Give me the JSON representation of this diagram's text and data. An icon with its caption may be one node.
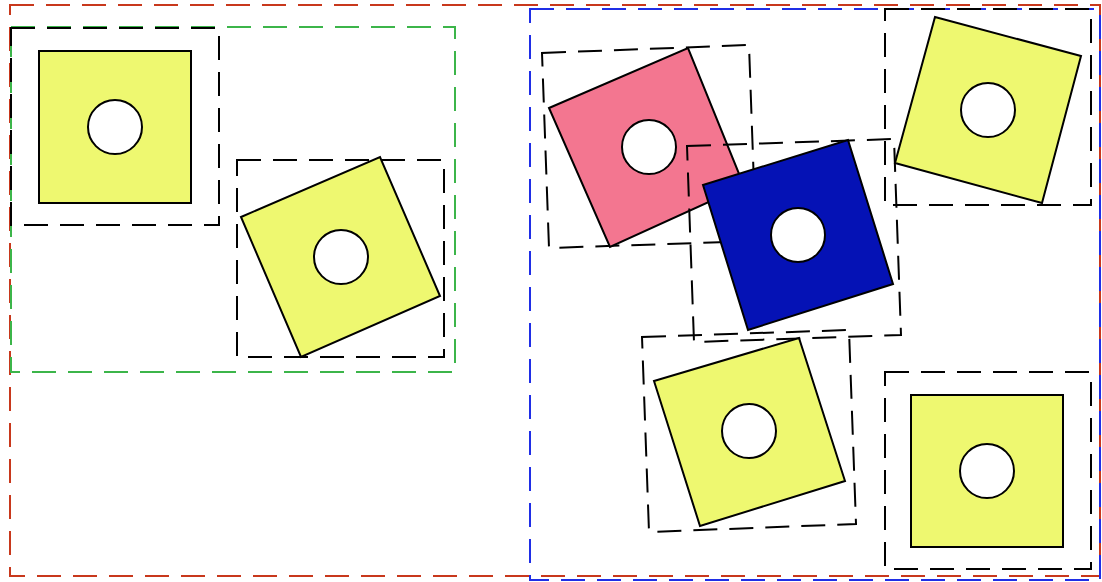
{
  "diagram": {
    "nodes": [
      {
        "text": [],
        "shape": "box"
      },
      {
        "text": [],
        "shape": "box",
        "in": 0
      },
      {
        "text": [],
        "shape": "box",
        "in": 1
      },
      {
        "text": [],
        "shape": "box",
        "in": 2
      },
      {
        "text": [],
        "shape": "circle",
        "in": 3
      },
      {
        "text": [],
        "shape": "box",
        "in": 1
      },
      {
        "text": [],
        "shape": "box",
        "in": 5
      },
      {
        "text": [],
        "shape": "circle",
        "in": 6
      },
      {
        "text": [],
        "shape": "box",
        "in": 0
      },
      {
        "text": [],
        "shape": "box",
        "in": 8
      },
      {
        "text": [],
        "shape": "box",
        "in": 9
      },
      {
        "text": [],
        "shape": "circle",
        "in": 10
      },
      {
        "text": [],
        "shape": "box",
        "in": 8
      },
      {
        "text": [],
        "shape": "box",
        "in": 12
      },
      {
        "text": [],
        "shape": "circle",
        "in": 13
      },
      {
        "text": [],
        "shape": "box",
        "in": 8
      },
      {
        "text": [],
        "shape": "box",
        "in": 15
      },
      {
        "text": [],
        "shape": "circle",
        "in": 16
      },
      {
        "text": [],
        "shape": "box",
        "in": 8
      },
      {
        "text": [],
        "shape": "box",
        "in": 18
      },
      {
        "text": [],
        "shape": "circle",
        "in": 19
      },
      {
        "text": [],
        "shape": "box",
        "in": 8
      },
      {
        "text": [],
        "shape": "box",
        "in": 21
      },
      {
        "text": [],
        "shape": "circle",
        "in": 22
      }
    ]
  }
}
